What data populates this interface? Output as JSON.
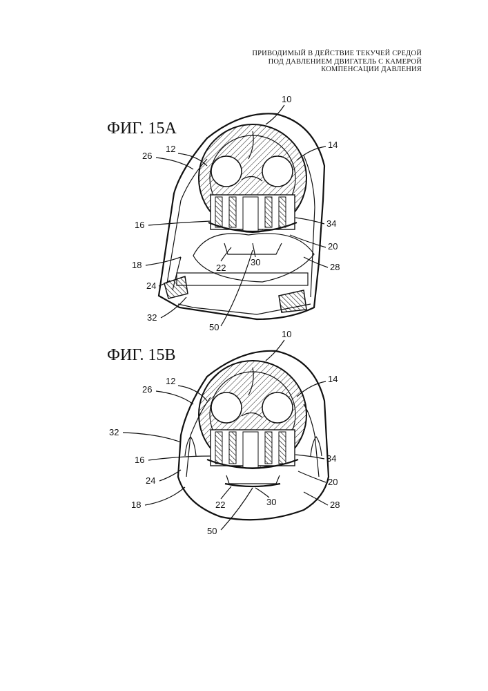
{
  "header": {
    "lines": [
      "ПРИВОДИМЫЙ В ДЕЙСТВИЕ ТЕКУЧЕЙ СРЕДОЙ",
      "ПОД ДАВЛЕНИЕМ ДВИГАТЕЛЬ С КАМЕРОЙ",
      "КОМПЕНСАЦИИ ДАВЛЕНИЯ"
    ]
  },
  "figures": [
    {
      "title": "ФИГ. 15А",
      "labels": {
        "l10": "10",
        "l12": "12",
        "l14": "14",
        "l16": "16",
        "l18": "18",
        "l20": "20",
        "l22": "22",
        "l24": "24",
        "l26": "26",
        "l28": "28",
        "l30": "30",
        "l32": "32",
        "l34": "34",
        "l50": "50"
      }
    },
    {
      "title": "ФИГ. 15В",
      "labels": {
        "l10": "10",
        "l12": "12",
        "l14": "14",
        "l16": "16",
        "l18": "18",
        "l20": "20",
        "l22": "22",
        "l24": "24",
        "l26": "26",
        "l28": "28",
        "l30": "30",
        "l32": "32",
        "l34": "34",
        "l50": "50"
      }
    }
  ]
}
